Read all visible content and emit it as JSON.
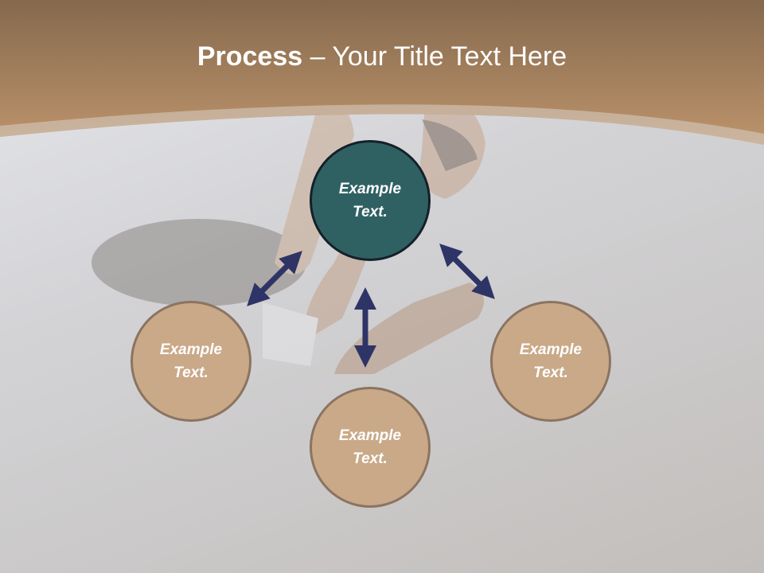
{
  "title": {
    "bold": "Process",
    "rest": " – Your Title Text Here"
  },
  "colors": {
    "header": "#b08761",
    "center_fill": "#2f6163",
    "outer_fill": "#c9a988",
    "arrow": "#2f3466"
  },
  "nodes": {
    "center": {
      "line1": "Example",
      "line2": "Text."
    },
    "left": {
      "line1": "Example",
      "line2": "Text."
    },
    "bottom": {
      "line1": "Example",
      "line2": "Text."
    },
    "right": {
      "line1": "Example",
      "line2": "Text."
    }
  }
}
